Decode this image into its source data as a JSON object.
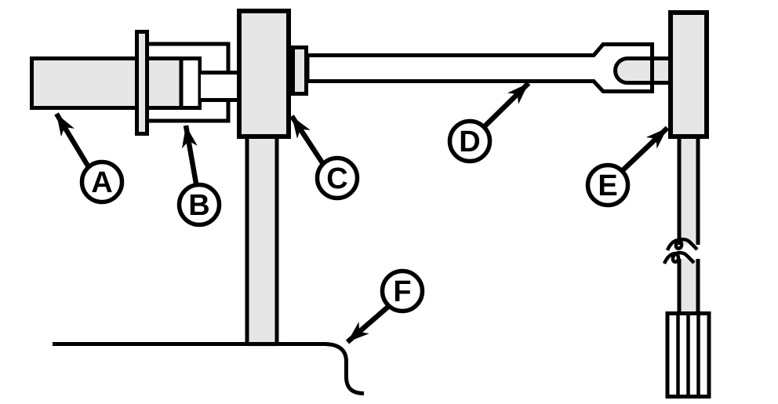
{
  "figure": {
    "kind": "technical-line-diagram",
    "background_color": "#ffffff",
    "line_color": "#000000",
    "part_fill_color": "#e6e6e6",
    "callouts": [
      {
        "letter": "A"
      },
      {
        "letter": "B"
      },
      {
        "letter": "C"
      },
      {
        "letter": "D"
      },
      {
        "letter": "E"
      },
      {
        "letter": "F"
      }
    ]
  }
}
